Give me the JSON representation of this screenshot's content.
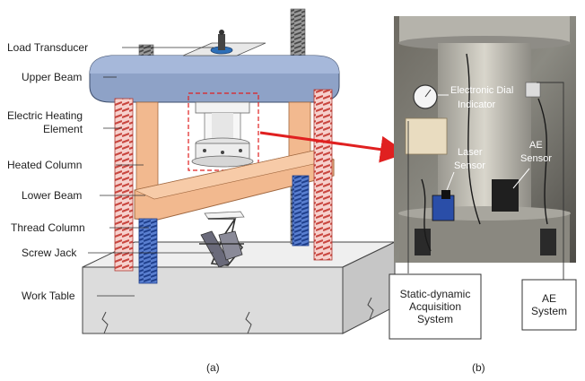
{
  "panel_a": {
    "caption": "(a)",
    "labels": {
      "load_transducer": "Load Transducer",
      "upper_beam": "Upper Beam",
      "heating_line1": "Electric Heating",
      "heating_line2": "Element",
      "heated_column": "Heated Column",
      "lower_beam": "Lower Beam",
      "thread_column": "Thread Column",
      "screw_jack": "Screw Jack",
      "work_table": "Work Table"
    }
  },
  "panel_b": {
    "caption": "(b)",
    "labels": {
      "dial_line1": "Electronic Dial",
      "dial_line2": "Indicator",
      "laser_line1": "Laser",
      "laser_line2": "Sensor",
      "ae_sensor_line1": "AE",
      "ae_sensor_line2": "Sensor"
    },
    "boxes": {
      "acq_line1": "Static-dynamic",
      "acq_line2": "Acquisition",
      "acq_line3": "System",
      "ae_line1": "AE",
      "ae_line2": "System"
    }
  },
  "colors": {
    "beam_blue": "#8ea2c7",
    "orange": "#f2b98f",
    "thread_blue": "#3a5fb0",
    "heating_red": "#d9534f",
    "arrow_red": "#e02020",
    "table_gray": "#dcdcdc"
  }
}
